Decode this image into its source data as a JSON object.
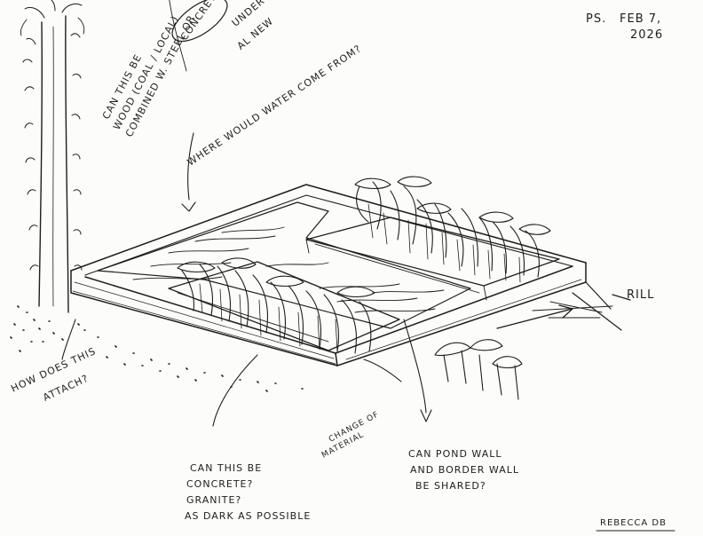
{
  "header": {
    "initials": "PS.",
    "date_line1": "FEB 7,",
    "date_line2": "2026"
  },
  "notes": {
    "wood_line1": "CAN THIS BE",
    "wood_line2": "WOOD (COAL / LOCAL)",
    "wood_line3": "COMBINED W. STEEL OR",
    "wood_circled": "CONCRETE?",
    "underlying_line1": "UNDER",
    "underlying_line2": "AL NEW",
    "where_water": "WHERE WOULD WATER COME FROM?",
    "rill": "RILL",
    "attach_line1": "HOW DOES THIS",
    "attach_line2": "ATTACH?",
    "change_line1": "CHANGE OF",
    "change_line2": "MATERIAL",
    "concrete_line1": "CAN THIS BE",
    "concrete_line2": "CONCRETE?",
    "concrete_line3": "GRANITE?",
    "concrete_line4": "AS DARK AS POSSIBLE",
    "pond_line1": "CAN POND WALL",
    "pond_line2": "AND BORDER WALL",
    "pond_line3": "BE SHARED?",
    "signature": "REBECCA DB"
  }
}
